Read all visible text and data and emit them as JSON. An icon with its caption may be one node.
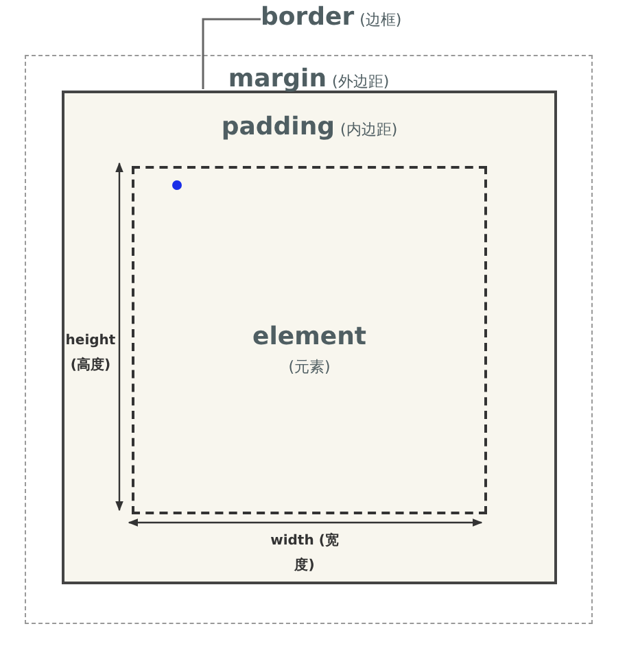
{
  "diagram": {
    "nodes": [
      {
        "text": [
          "margin",
          "(外边距)"
        ]
      },
      {
        "text": [
          "padding",
          "(内边距)"
        ],
        "in": 0
      },
      {
        "text": [
          "element",
          "(元素)"
        ],
        "in": 1
      },
      {
        "text": [
          "border",
          "(边框)"
        ]
      }
    ],
    "edges": [
      {
        "from": 3,
        "to": 1,
        "arrow": "none"
      }
    ],
    "labels": [
      "height (高度)",
      "width (宽度)"
    ]
  }
}
